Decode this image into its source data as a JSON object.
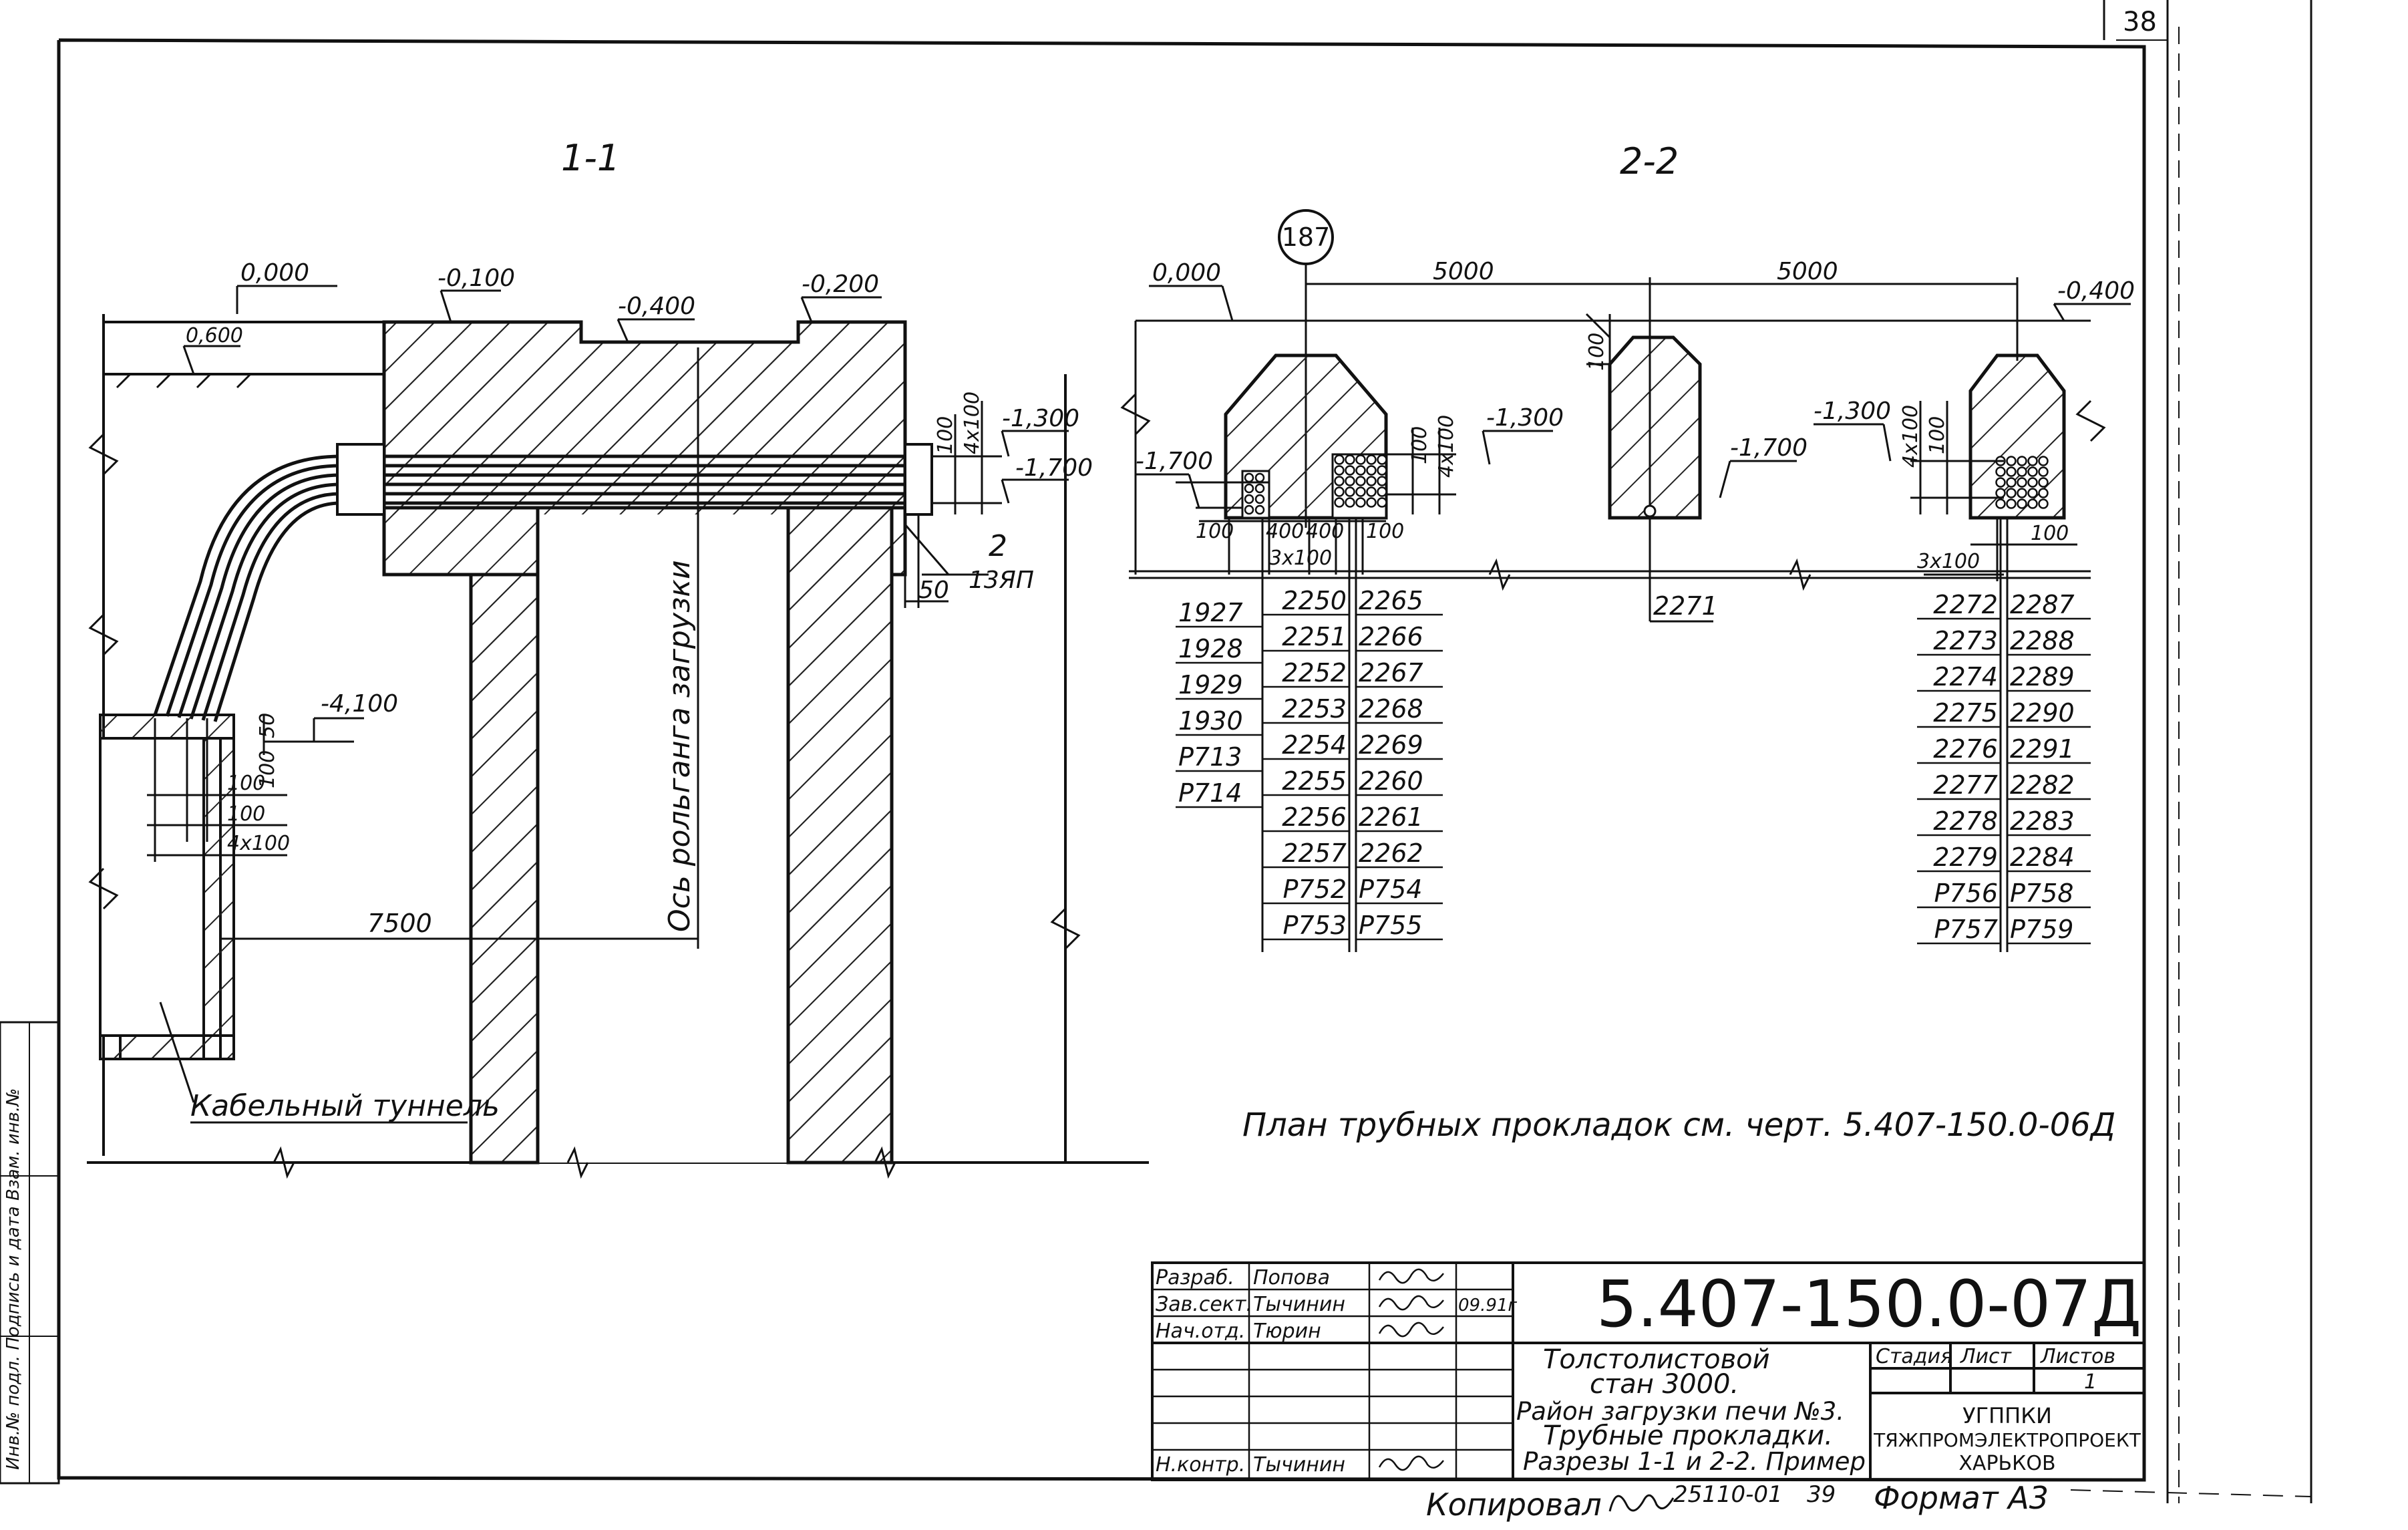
{
  "sheet_number": "38",
  "sections": {
    "section_1": {
      "title": "1-1",
      "elevations": [
        "0,000",
        "-0,100",
        "-0,400",
        "-0,200",
        "0,600",
        "-1,300",
        "-1,700",
        "-4,100"
      ],
      "dims": [
        "100",
        "4x100",
        "100",
        "100",
        "4x100",
        "50",
        "50",
        "7500"
      ],
      "callout_num": "2",
      "callout_code": "13ЯП",
      "axis_label": "Ось рольганга загрузки",
      "tunnel_label": "Кабельный туннель"
    },
    "section_2": {
      "title": "2-2",
      "marker": "187",
      "elevations": [
        "0,000",
        "-0,400",
        "-1,700",
        "-1,300",
        "-1,700",
        "-1,300"
      ],
      "spans": [
        "5000",
        "5000"
      ],
      "dims_left": [
        "100",
        "4x100",
        "100",
        "400",
        "400",
        "100",
        "3x100"
      ],
      "dims_mid": [
        "100"
      ],
      "dims_right": [
        "4x100",
        "100",
        "3x100",
        "100"
      ],
      "col_a": [
        "1927",
        "1928",
        "1929",
        "1930",
        "Р713",
        "Р714"
      ],
      "col_b": [
        "2250",
        "2251",
        "2252",
        "2253",
        "2254",
        "2255",
        "2256",
        "2257",
        "Р752",
        "Р753"
      ],
      "col_c": [
        "2265",
        "2266",
        "2267",
        "2268",
        "2269",
        "2260",
        "2261",
        "2262",
        "Р754",
        "Р755"
      ],
      "mid_label": "2271",
      "col_d": [
        "2272",
        "2273",
        "2274",
        "2275",
        "2276",
        "2277",
        "2278",
        "2279",
        "Р756",
        "Р757"
      ],
      "col_e": [
        "2287",
        "2288",
        "2289",
        "2290",
        "2291",
        "2282",
        "2283",
        "2284",
        "Р758",
        "Р759"
      ]
    }
  },
  "note": "План трубных прокладок см. черт. 5.407-150.0-06Д",
  "stamp": {
    "roles": [
      "Разраб.",
      "Зав.сект.",
      "Нач.отд.",
      "",
      "",
      "",
      "Н.контр."
    ],
    "names": [
      "Попова",
      "Тычинин",
      "Тюрин",
      "",
      "",
      "",
      "Тычинин"
    ],
    "date": "09.91г",
    "doc_code": "5.407-150.0-07Д",
    "title_lines": [
      "Толстолистовой",
      "стан 3000.",
      "Район загрузки печи №3.",
      "Трубные прокладки.",
      "Разрезы 1-1 и 2-2. Пример"
    ],
    "stage_label": "Стадия",
    "sheet_label": "Лист",
    "sheets_label": "Листов",
    "sheets_value": "1",
    "org_lines": [
      "УГППКИ",
      "ТЯЖПРОМЭЛЕКТРОПРОЕКТ",
      "ХАРЬКОВ"
    ]
  },
  "footer": {
    "copied": "Копировал",
    "order": "25110-01",
    "page": "39",
    "format": "Формат А3"
  },
  "side_strip": "Инв.№ подл.  Подпись и дата  Взам. инв.№"
}
